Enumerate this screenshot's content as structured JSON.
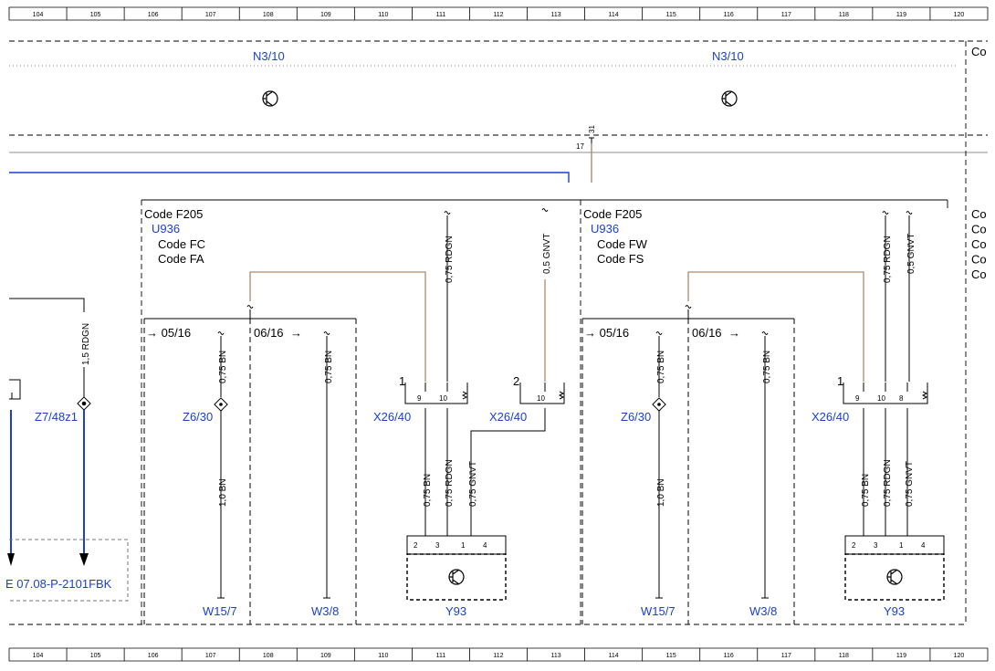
{
  "ruler": [
    "104",
    "105",
    "106",
    "107",
    "108",
    "109",
    "110",
    "111",
    "112",
    "113",
    "114",
    "115",
    "116",
    "117",
    "118",
    "119",
    "120"
  ],
  "top": {
    "n1": "N3/10",
    "n2": "N3/10",
    "right_cut": "Co",
    "pin31": "31",
    "pin17": "17"
  },
  "left_block": {
    "code": "Code F205",
    "u": "U936",
    "c1": "Code FC",
    "c2": "Code FA",
    "sw1": "→ 05/16",
    "sw2": "06/16",
    "arrow2": "→"
  },
  "right_block": {
    "code": "Code F205",
    "u": "U936",
    "c1": "Code FW",
    "c2": "Code FS",
    "sw1": "→ 05/16",
    "sw2": "06/16",
    "arrow2": "→"
  },
  "right_codes": [
    "Co",
    "Co",
    "Co",
    "Co",
    "Co"
  ],
  "wires": {
    "rdgn15": "1,5 RDGN",
    "bn075": "0,75 BN",
    "rdgn075": "0,75 RDGN",
    "gnvt05": "0,5 GNVT",
    "bn10": "1,0 BN",
    "gnvt075": "0,75 GNVT"
  },
  "components": {
    "z7": "Z7/48z1",
    "z6": "Z6/30",
    "x26": "X26/40",
    "w15": "W15/7",
    "w3": "W3/8",
    "y93": "Y93",
    "ref": "E 07.08-P-2101FBK"
  },
  "connector_labels": {
    "c1": "1",
    "c2": "2",
    "p9": "9",
    "p10": "10",
    "p8": "8",
    "y2": "2",
    "y3": "3",
    "y1": "1",
    "y4": "4"
  }
}
